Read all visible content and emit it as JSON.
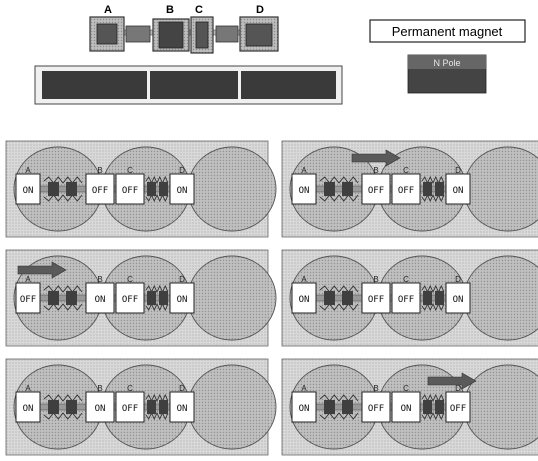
{
  "top": {
    "labels": [
      "A",
      "B",
      "C",
      "D"
    ]
  },
  "legend": {
    "magnet_label": "Permanent magnet",
    "pole_label": "N Pole"
  },
  "panels": [
    {
      "id": "p1",
      "a": "ON",
      "b": "OFF",
      "c": "OFF",
      "d": "ON",
      "arrow": false
    },
    {
      "id": "p2",
      "a": "ON",
      "b": "OFF",
      "c": "OFF",
      "d": "ON",
      "arrow": true
    },
    {
      "id": "p3",
      "a": "OFF",
      "b": "ON",
      "c": "OFF",
      "d": "ON",
      "arrow": true
    },
    {
      "id": "p4",
      "a": "ON",
      "b": "OFF",
      "c": "OFF",
      "d": "ON",
      "arrow": false
    },
    {
      "id": "p5",
      "a": "ON",
      "b": "ON",
      "c": "OFF",
      "d": "ON",
      "arrow": false
    },
    {
      "id": "p6",
      "a": "ON",
      "b": "OFF",
      "c": "ON",
      "d": "OFF",
      "arrow": true
    }
  ],
  "panel_letters": [
    "A",
    "B",
    "C",
    "D"
  ],
  "colors": {
    "panel_bg": "#d7d7d7",
    "circle": "#c8c8c8",
    "magnet": "#3f3f3f",
    "arrow": "#5a5a5a"
  }
}
